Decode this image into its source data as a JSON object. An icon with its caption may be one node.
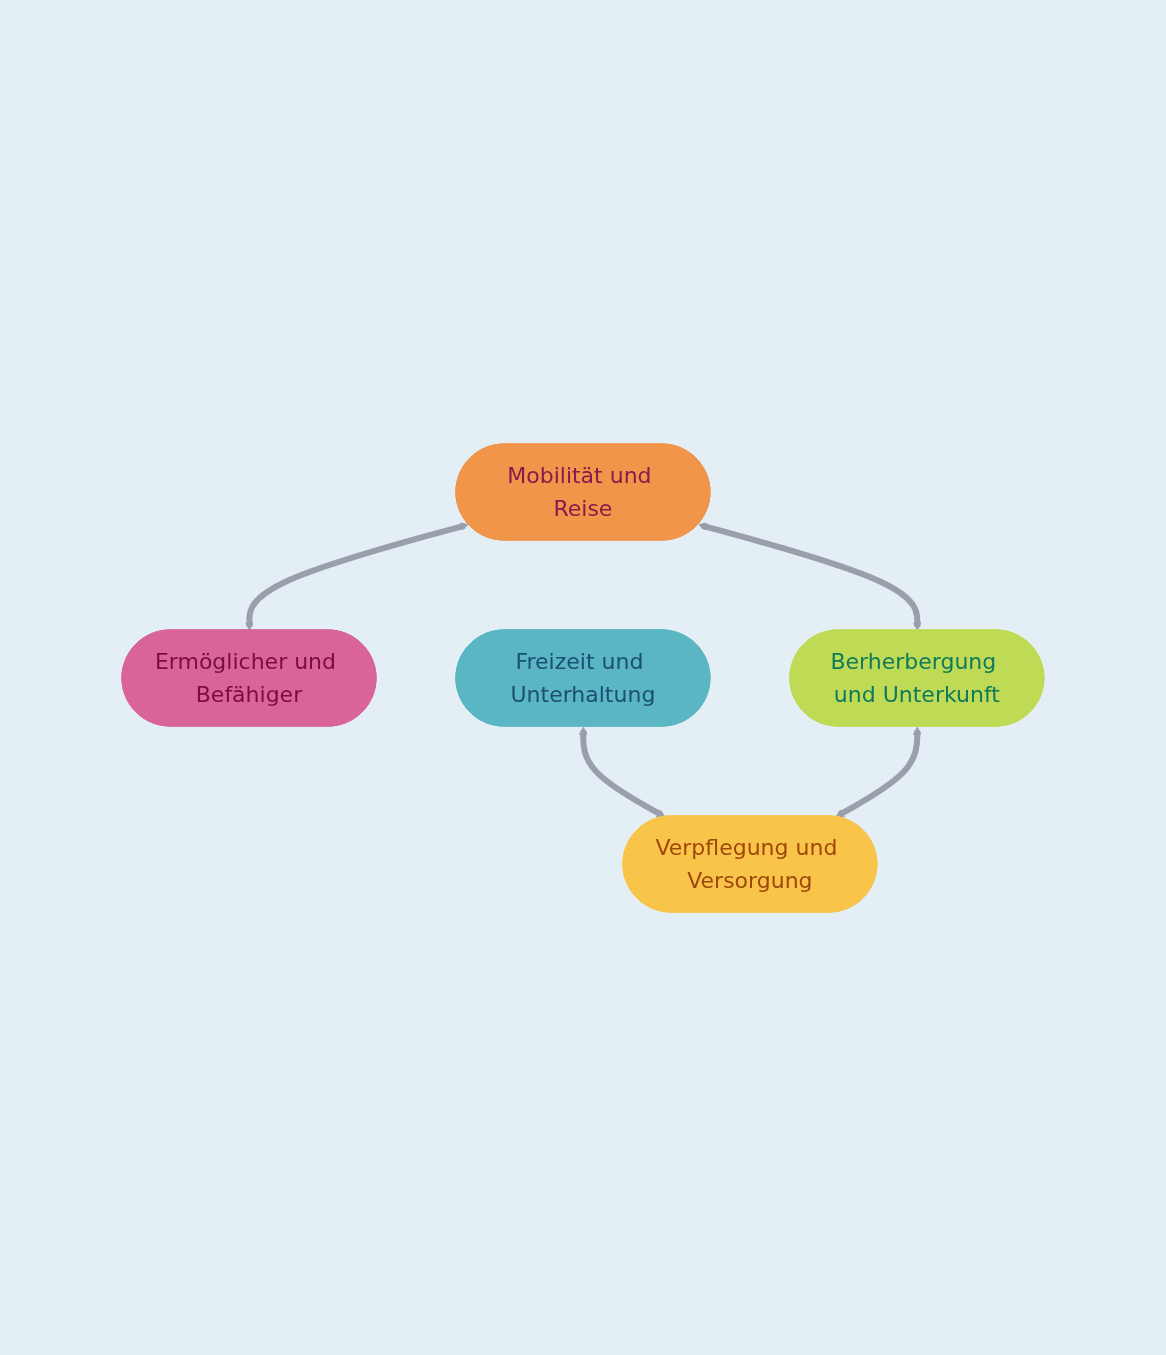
{
  "diagram": {
    "nodes": [
      {
        "text": [
          "Mobilität und Reise"
        ]
      },
      {
        "text": [
          "Ermöglicher und Befähiger"
        ]
      },
      {
        "text": [
          "Freizeit und Unterhaltung"
        ]
      },
      {
        "text": [
          "Berherbergung und Unterkunft"
        ]
      },
      {
        "text": [
          "Verpflegung und Versorgung"
        ]
      }
    ],
    "edges": [
      {
        "from": 0,
        "to": 1,
        "arrow": "both"
      },
      {
        "from": 0,
        "to": 3,
        "arrow": "both"
      },
      {
        "from": 2,
        "to": 4,
        "arrow": "both"
      },
      {
        "from": 3,
        "to": 4,
        "arrow": "both"
      }
    ]
  }
}
